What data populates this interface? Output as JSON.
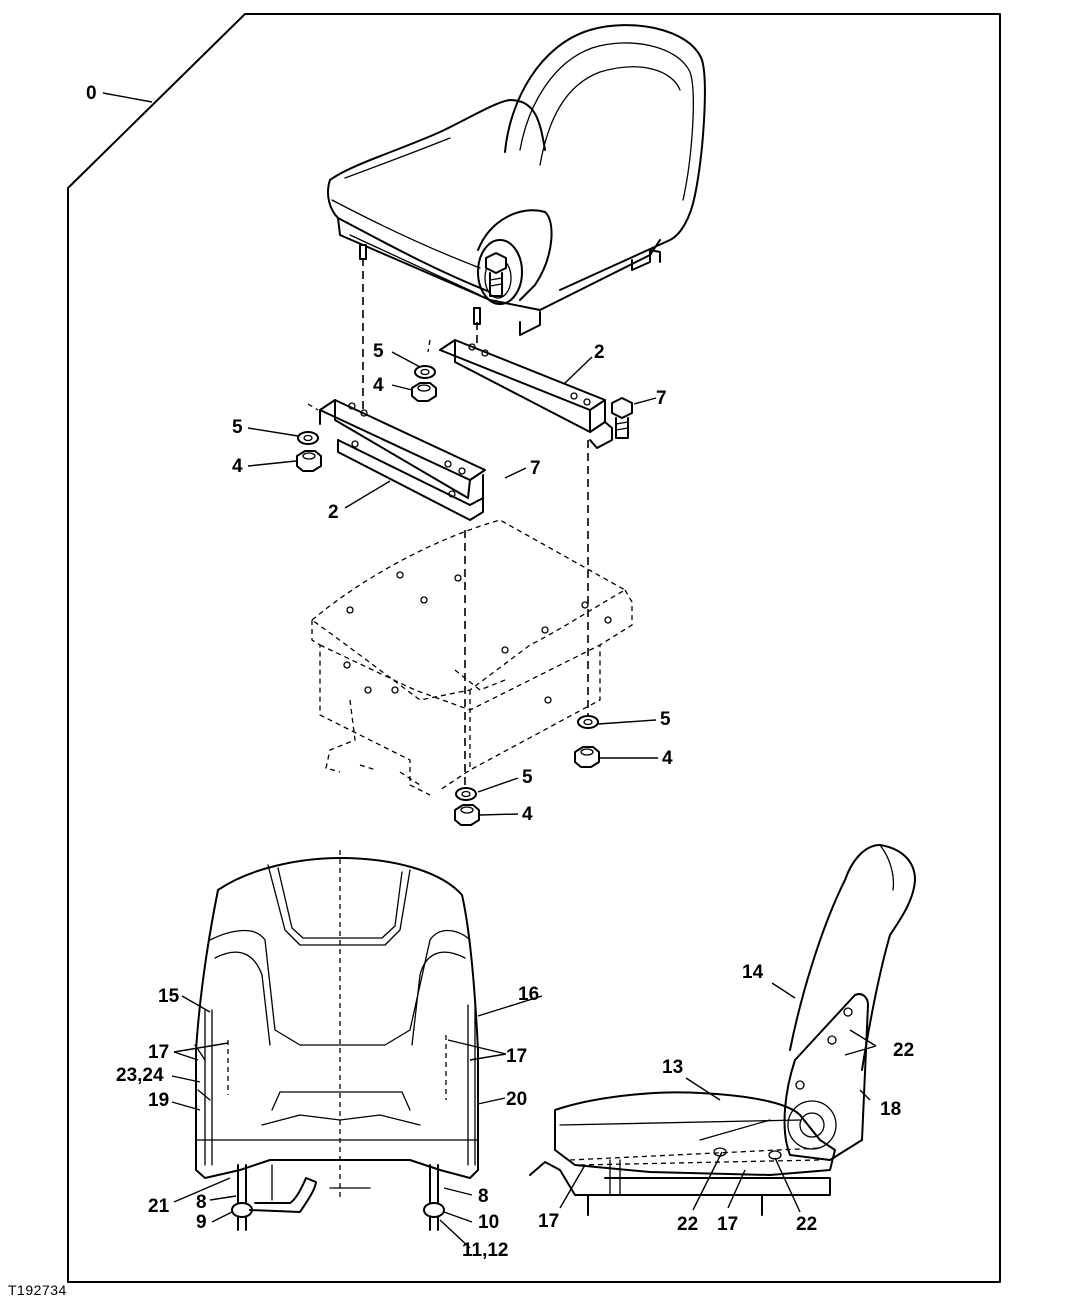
{
  "figure_id": "T192734",
  "callouts": {
    "c0": "0",
    "c2a": "2",
    "c2b": "2",
    "c4a": "4",
    "c4b": "4",
    "c4c": "4",
    "c4d": "4",
    "c5a": "5",
    "c5b": "5",
    "c5c": "5",
    "c5d": "5",
    "c7a": "7",
    "c7b": "7",
    "c8a": "8",
    "c8b": "8",
    "c9": "9",
    "c10": "10",
    "c11_12": "11,12",
    "c13": "13",
    "c14": "14",
    "c15": "15",
    "c16": "16",
    "c17a": "17",
    "c17b": "17",
    "c17c": "17",
    "c17d": "17",
    "c18": "18",
    "c19": "19",
    "c20": "20",
    "c21": "21",
    "c22a": "22",
    "c22b": "22",
    "c22c": "22",
    "c23_24": "23,24"
  }
}
